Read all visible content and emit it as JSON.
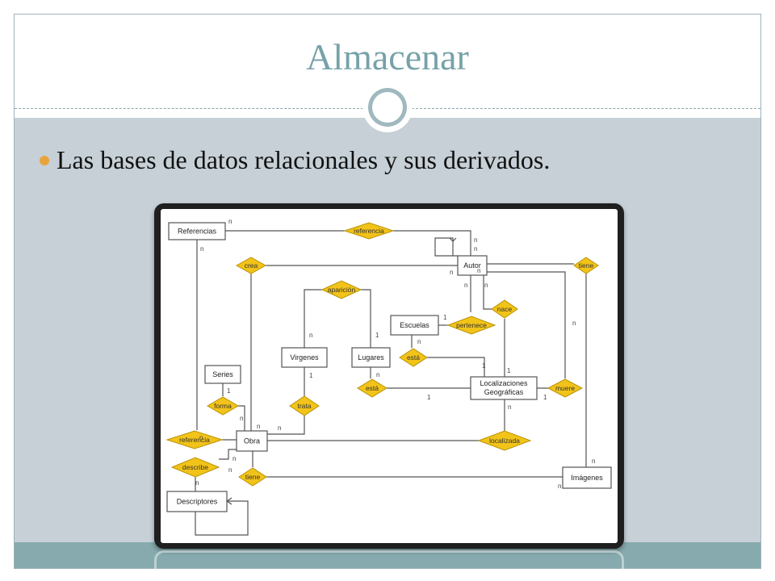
{
  "slide": {
    "title": "Almacenar",
    "bullet": "Las bases de datos relacionales y sus derivados."
  },
  "diagram": {
    "entities": {
      "referencias": "Referencias",
      "autor": "Autor",
      "escuelas": "Escuelas",
      "virgenes": "Virgenes",
      "lugares": "Lugares",
      "series": "Series",
      "localizaciones": [
        "Localizaciones",
        "Geográficas"
      ],
      "obra": "Obra",
      "imagenes": "Imágenes",
      "descriptores": "Descriptores"
    },
    "relations": {
      "referencia_top": "referencia",
      "crea": "crea",
      "aparicion": "aparición",
      "tiene_top": "tiene",
      "nace": "nace",
      "pertenece": "pertenece",
      "esta_top": "está",
      "esta_bottom": "está",
      "muere": "muere",
      "forma": "forma",
      "trata": "trata",
      "referencia_left": "referencia",
      "localizada": "localizada",
      "describe": "describe",
      "tiene_bottom": "tiene"
    },
    "cardinality": {
      "n": "n",
      "one": "1"
    },
    "colors": {
      "relation_fill": "#f2c318",
      "relation_stroke": "#b8930a",
      "line": "#555555"
    }
  }
}
